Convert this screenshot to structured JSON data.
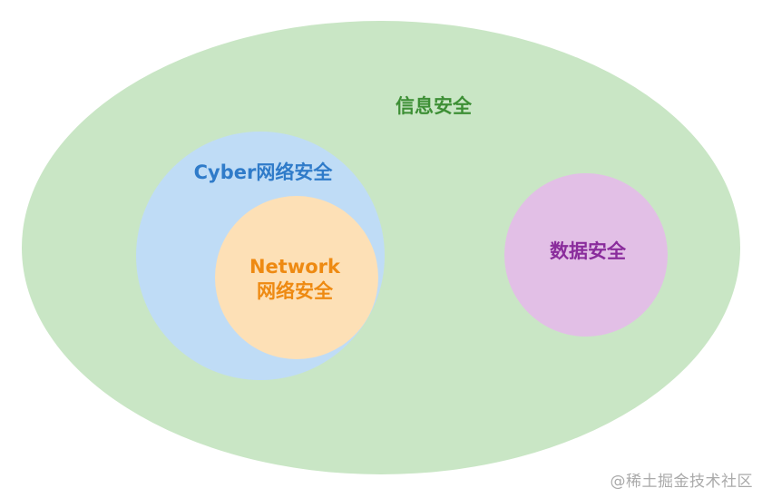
{
  "diagram": {
    "regions": [
      {
        "id": "information-security",
        "label": "信息安全",
        "fill": "#c9e6c5",
        "text_color": "#3d8f35"
      },
      {
        "id": "cyber-security",
        "label": "Cyber网络安全",
        "fill": "#bfdcf6",
        "text_color": "#2f7bc9"
      },
      {
        "id": "network-security",
        "label_line1": "Network",
        "label_line2": "网络安全",
        "fill": "#fde0b6",
        "text_color": "#ee8a12"
      },
      {
        "id": "data-security",
        "label": "数据安全",
        "fill": "#e2bfe6",
        "text_color": "#8a2c9c"
      }
    ]
  },
  "watermark": "@稀土掘金技术社区"
}
